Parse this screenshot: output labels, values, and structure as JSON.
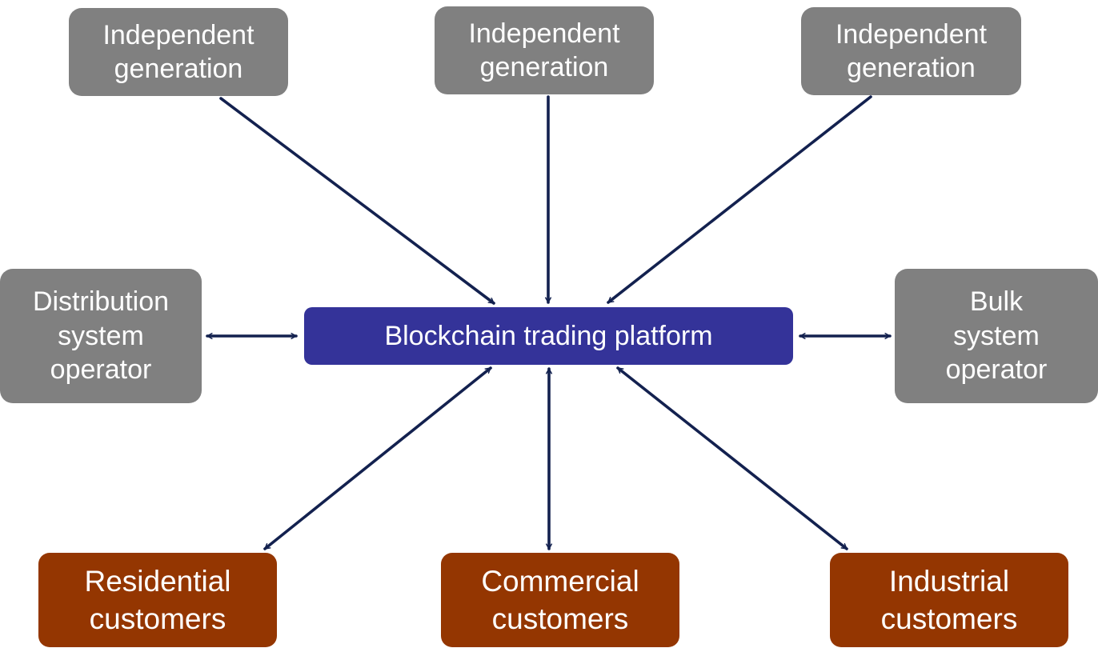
{
  "diagram": {
    "generators": [
      {
        "label": "Independent\ngeneration"
      },
      {
        "label": "Independent\ngeneration"
      },
      {
        "label": "Independent\ngeneration"
      }
    ],
    "operators": {
      "distribution": "Distribution\nsystem\noperator",
      "bulk": "Bulk\nsystem\noperator"
    },
    "platform": "Blockchain trading platform",
    "customers": [
      {
        "label": "Residential\ncustomers"
      },
      {
        "label": "Commercial\ncustomers"
      },
      {
        "label": "Industrial\ncustomers"
      }
    ],
    "colors": {
      "generator_box": "#808080",
      "operator_box": "#808080",
      "platform_box": "#343399",
      "customer_box": "#943601",
      "arrow": "#13214f",
      "text": "#ffffff"
    },
    "connections": [
      {
        "from": "independent-generation-1",
        "to": "blockchain-trading-platform",
        "direction": "one-way"
      },
      {
        "from": "independent-generation-2",
        "to": "blockchain-trading-platform",
        "direction": "one-way"
      },
      {
        "from": "independent-generation-3",
        "to": "blockchain-trading-platform",
        "direction": "one-way"
      },
      {
        "from": "distribution-system-operator",
        "to": "blockchain-trading-platform",
        "direction": "two-way"
      },
      {
        "from": "bulk-system-operator",
        "to": "blockchain-trading-platform",
        "direction": "two-way"
      },
      {
        "from": "residential-customers",
        "to": "blockchain-trading-platform",
        "direction": "two-way"
      },
      {
        "from": "commercial-customers",
        "to": "blockchain-trading-platform",
        "direction": "two-way"
      },
      {
        "from": "industrial-customers",
        "to": "blockchain-trading-platform",
        "direction": "two-way"
      }
    ]
  }
}
